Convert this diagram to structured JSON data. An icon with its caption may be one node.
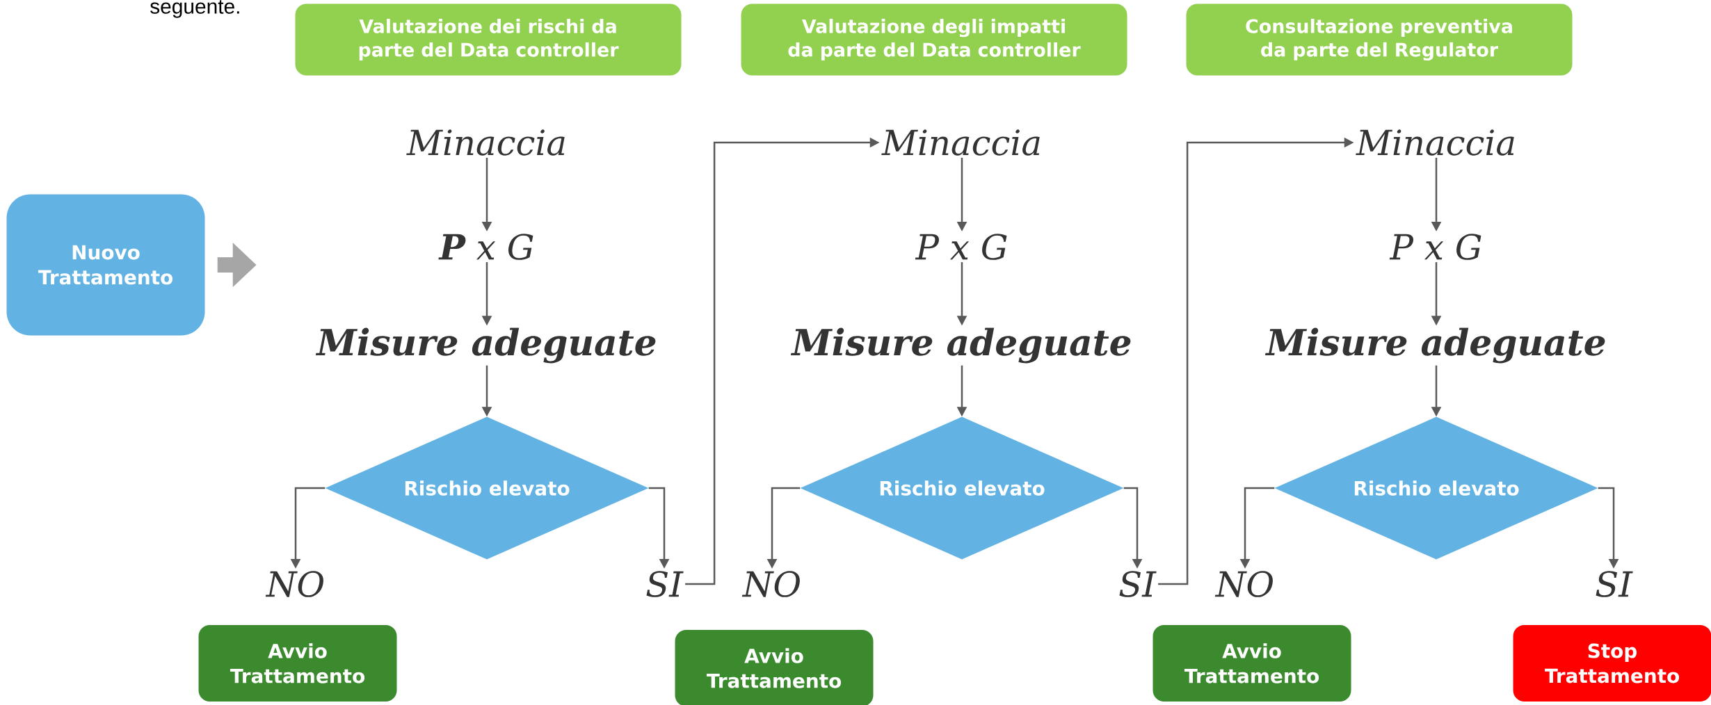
{
  "diagram": {
    "nodes": [
      {
        "text": [
          "Valutazione dei rischi da parte del Data controller"
        ]
      },
      {
        "text": [
          "Valutazione degli impatti da parte del Data controller"
        ]
      },
      {
        "text": [
          "Consultazione preventiva da parte del Regulator"
        ]
      },
      {
        "text": [
          "Nuovo Trattamento"
        ]
      },
      {
        "text": [
          "Minaccia"
        ]
      },
      {
        "text": [
          "**P** x G"
        ]
      },
      {
        "text": [
          "Misure adeguate"
        ]
      },
      {
        "text": [
          "Rischio elevato"
        ]
      },
      {
        "text": [
          "NO"
        ]
      },
      {
        "text": [
          "SI"
        ]
      },
      {
        "text": [
          "Avvio Trattamento"
        ]
      },
      {
        "text": [
          "Minaccia"
        ]
      },
      {
        "text": [
          "P x G"
        ]
      },
      {
        "text": [
          "Misure adeguate"
        ]
      },
      {
        "text": [
          "Rischio elevato"
        ]
      },
      {
        "text": [
          "NO"
        ]
      },
      {
        "text": [
          "SI"
        ]
      },
      {
        "text": [
          "Avvio Trattamento"
        ]
      },
      {
        "text": [
          "Minaccia"
        ]
      },
      {
        "text": [
          "P x G"
        ]
      },
      {
        "text": [
          "Misure adeguate"
        ]
      },
      {
        "text": [
          "Rischio elevato"
        ]
      },
      {
        "text": [
          "NO"
        ]
      },
      {
        "text": [
          "SI"
        ]
      },
      {
        "text": [
          "Avvio Trattamento"
        ]
      },
      {
        "text": [
          "Stop Trattamento"
        ]
      }
    ],
    "edges": [
      {
        "from": 3,
        "to": null,
        "arrow": "to",
        "style": "thick",
        "color": "#a6a6a6"
      },
      {
        "from": 4,
        "to": 5,
        "arrow": "to"
      },
      {
        "from": 5,
        "to": 6,
        "arrow": "to"
      },
      {
        "from": 6,
        "to": 7,
        "arrow": "to"
      },
      {
        "from": 7,
        "to": 8,
        "arrow": "to"
      },
      {
        "from": 7,
        "to": 9,
        "arrow": "to"
      },
      {
        "from": 9,
        "to": 11,
        "arrow": "to"
      },
      {
        "from": 11,
        "to": 12,
        "arrow": "to"
      },
      {
        "from": 12,
        "to": 13,
        "arrow": "to"
      },
      {
        "from": 13,
        "to": 14,
        "arrow": "to"
      },
      {
        "from": 14,
        "to": 15,
        "arrow": "to"
      },
      {
        "from": 14,
        "to": 16,
        "arrow": "to"
      },
      {
        "from": 16,
        "to": 18,
        "arrow": "to"
      },
      {
        "from": 18,
        "to": 19,
        "arrow": "to"
      },
      {
        "from": 19,
        "to": 20,
        "arrow": "to"
      },
      {
        "from": 20,
        "to": 21,
        "arrow": "to"
      },
      {
        "from": 21,
        "to": 22,
        "arrow": "to"
      },
      {
        "from": 21,
        "to": 23,
        "arrow": "to"
      }
    ],
    "labels": [
      "seguente."
    ]
  }
}
